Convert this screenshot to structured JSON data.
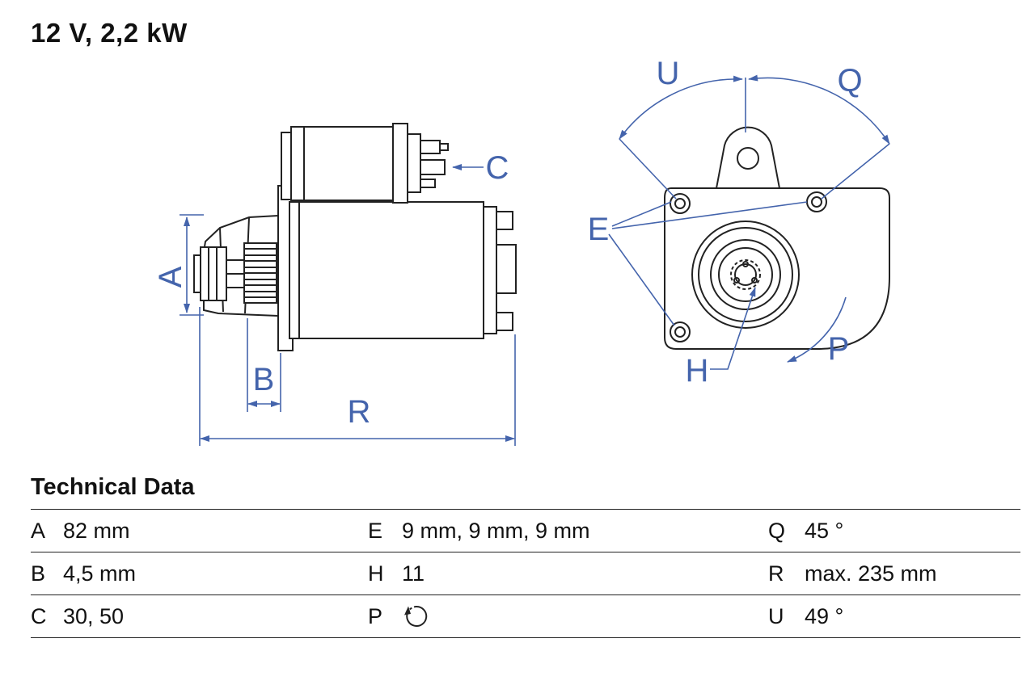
{
  "title": "12 V, 2,2 kW",
  "colors": {
    "annotation": "#4464ac",
    "line": "#222222"
  },
  "drawing": {
    "side_view": {
      "label_a": "A",
      "label_b": "B",
      "label_c": "C",
      "label_r": "R"
    },
    "front_view": {
      "label_u": "U",
      "label_q": "Q",
      "label_e": "E",
      "label_h": "H",
      "label_p": "P"
    }
  },
  "technical_data": {
    "heading": "Technical Data",
    "rows": [
      {
        "c1": {
          "key": "A",
          "value": "82 mm"
        },
        "c2": {
          "key": "E",
          "value": "9 mm, 9 mm, 9 mm"
        },
        "c3": {
          "key": "Q",
          "value": "45 °"
        }
      },
      {
        "c1": {
          "key": "B",
          "value": "4,5 mm"
        },
        "c2": {
          "key": "H",
          "value": "11"
        },
        "c3": {
          "key": "R",
          "value": "max. 235 mm"
        }
      },
      {
        "c1": {
          "key": "C",
          "value": "30, 50"
        },
        "c2": {
          "key": "P",
          "value": "",
          "icon": "rotation-direction"
        },
        "c3": {
          "key": "U",
          "value": "49 °"
        }
      }
    ]
  }
}
